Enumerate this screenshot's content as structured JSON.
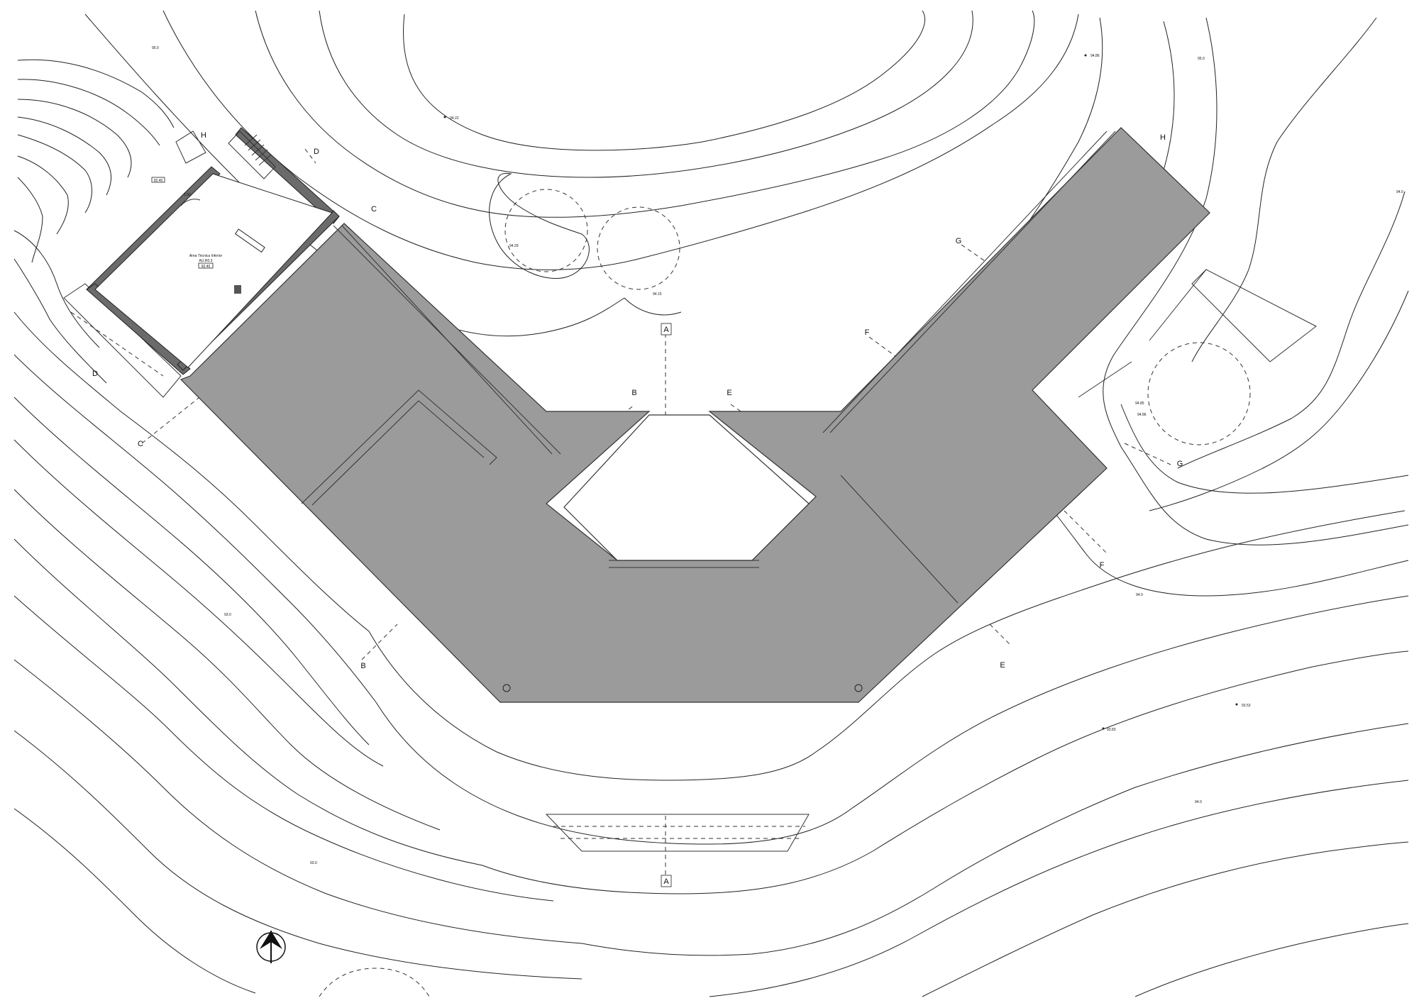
{
  "section_markers": [
    "A",
    "A",
    "B",
    "B",
    "C",
    "C",
    "D",
    "D",
    "E",
    "E",
    "F",
    "F",
    "G",
    "G",
    "H",
    "H"
  ],
  "contour_labels": [
    "95.0",
    "95.0",
    "94.0",
    "94.0",
    "93.0",
    "93.0",
    "94.0"
  ],
  "spot_levels": [
    "94.22",
    "94.86",
    "94.29",
    "94.15",
    "94.85",
    "94.86",
    "93.83",
    "93.53"
  ],
  "room": {
    "name": "Área Técnica Inferior",
    "code": "AU.R0.3",
    "level": "92.40"
  },
  "small_tags": [
    "92.40",
    "1.50"
  ],
  "north_arrow": "north-arrow"
}
